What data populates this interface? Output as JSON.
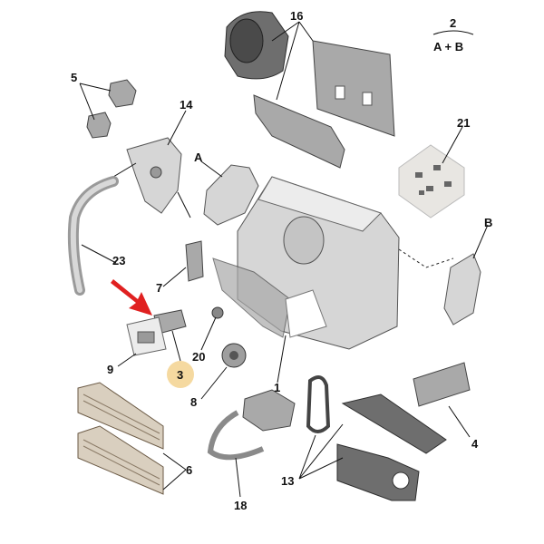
{
  "callouts": {
    "c16": "16",
    "c2": "2",
    "c2_sub": "A + B",
    "c5": "5",
    "c14": "14",
    "c21": "21",
    "cA": "A",
    "cB": "B",
    "c23": "23",
    "c7": "7",
    "c20": "20",
    "c9": "9",
    "c3": "3",
    "c8": "8",
    "c1": "1",
    "c4": "4",
    "c6": "6",
    "c13": "13",
    "c18": "18"
  },
  "colors": {
    "highlight_circle": "#f5d9a0",
    "arrow": "#e02020",
    "part_dark": "#6e6e6e",
    "part_light": "#d6d6d6"
  }
}
